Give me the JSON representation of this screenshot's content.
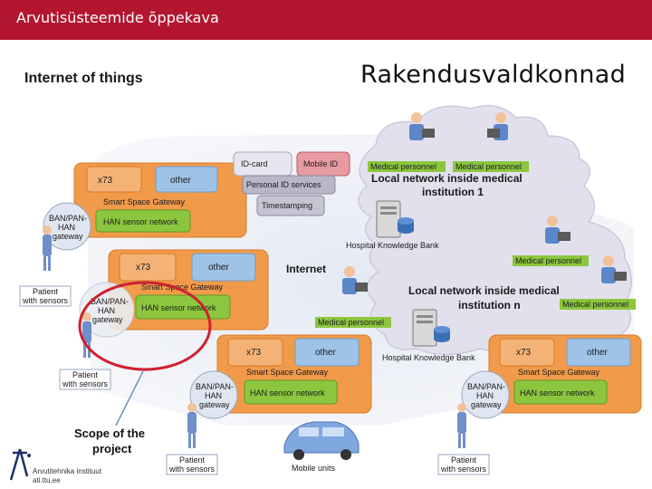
{
  "header": {
    "course_title": "Arvutisüsteemide õppekava",
    "subtitle": "Internet of things",
    "slide_title": "Rakendusvaldkonnad"
  },
  "diagram": {
    "x73": "x73",
    "other": "other",
    "smart_space_gateway": "Smart Space Gateway",
    "han_sensor_network": "HAN sensor network",
    "ban_pan_han_gateway": [
      "BAN/PAN-",
      "HAN",
      "gateway"
    ],
    "patient_with_sensors": [
      "Patient",
      "with sensors"
    ],
    "id_card": "ID-card",
    "mobile_id": "Mobile ID",
    "personal_id_services": "Personal ID services",
    "timestamping": "Timestamping",
    "internet": "Internet",
    "medical_personnel": "Medical personnel",
    "local_network_1": [
      "Local network inside medical",
      "institution 1"
    ],
    "local_network_n": [
      "Local network inside medical",
      "institution n"
    ],
    "hospital_knowledge_bank": "Hospital Knowledge Bank",
    "mobile_units": "Mobile units",
    "scope": [
      "Scope of the",
      "project"
    ]
  },
  "footer": {
    "institute": "Arvutitehnika instituut",
    "site": "ati.ttu.ee"
  },
  "colors": {
    "header_bar": "#b3152f",
    "gateway_orange": "#f19a4a",
    "gateway_blue": "#9fc3e6",
    "han_green": "#8cc63f",
    "cloud_lilac": "#e3e0ee",
    "scope_circle": "#d1202f"
  }
}
